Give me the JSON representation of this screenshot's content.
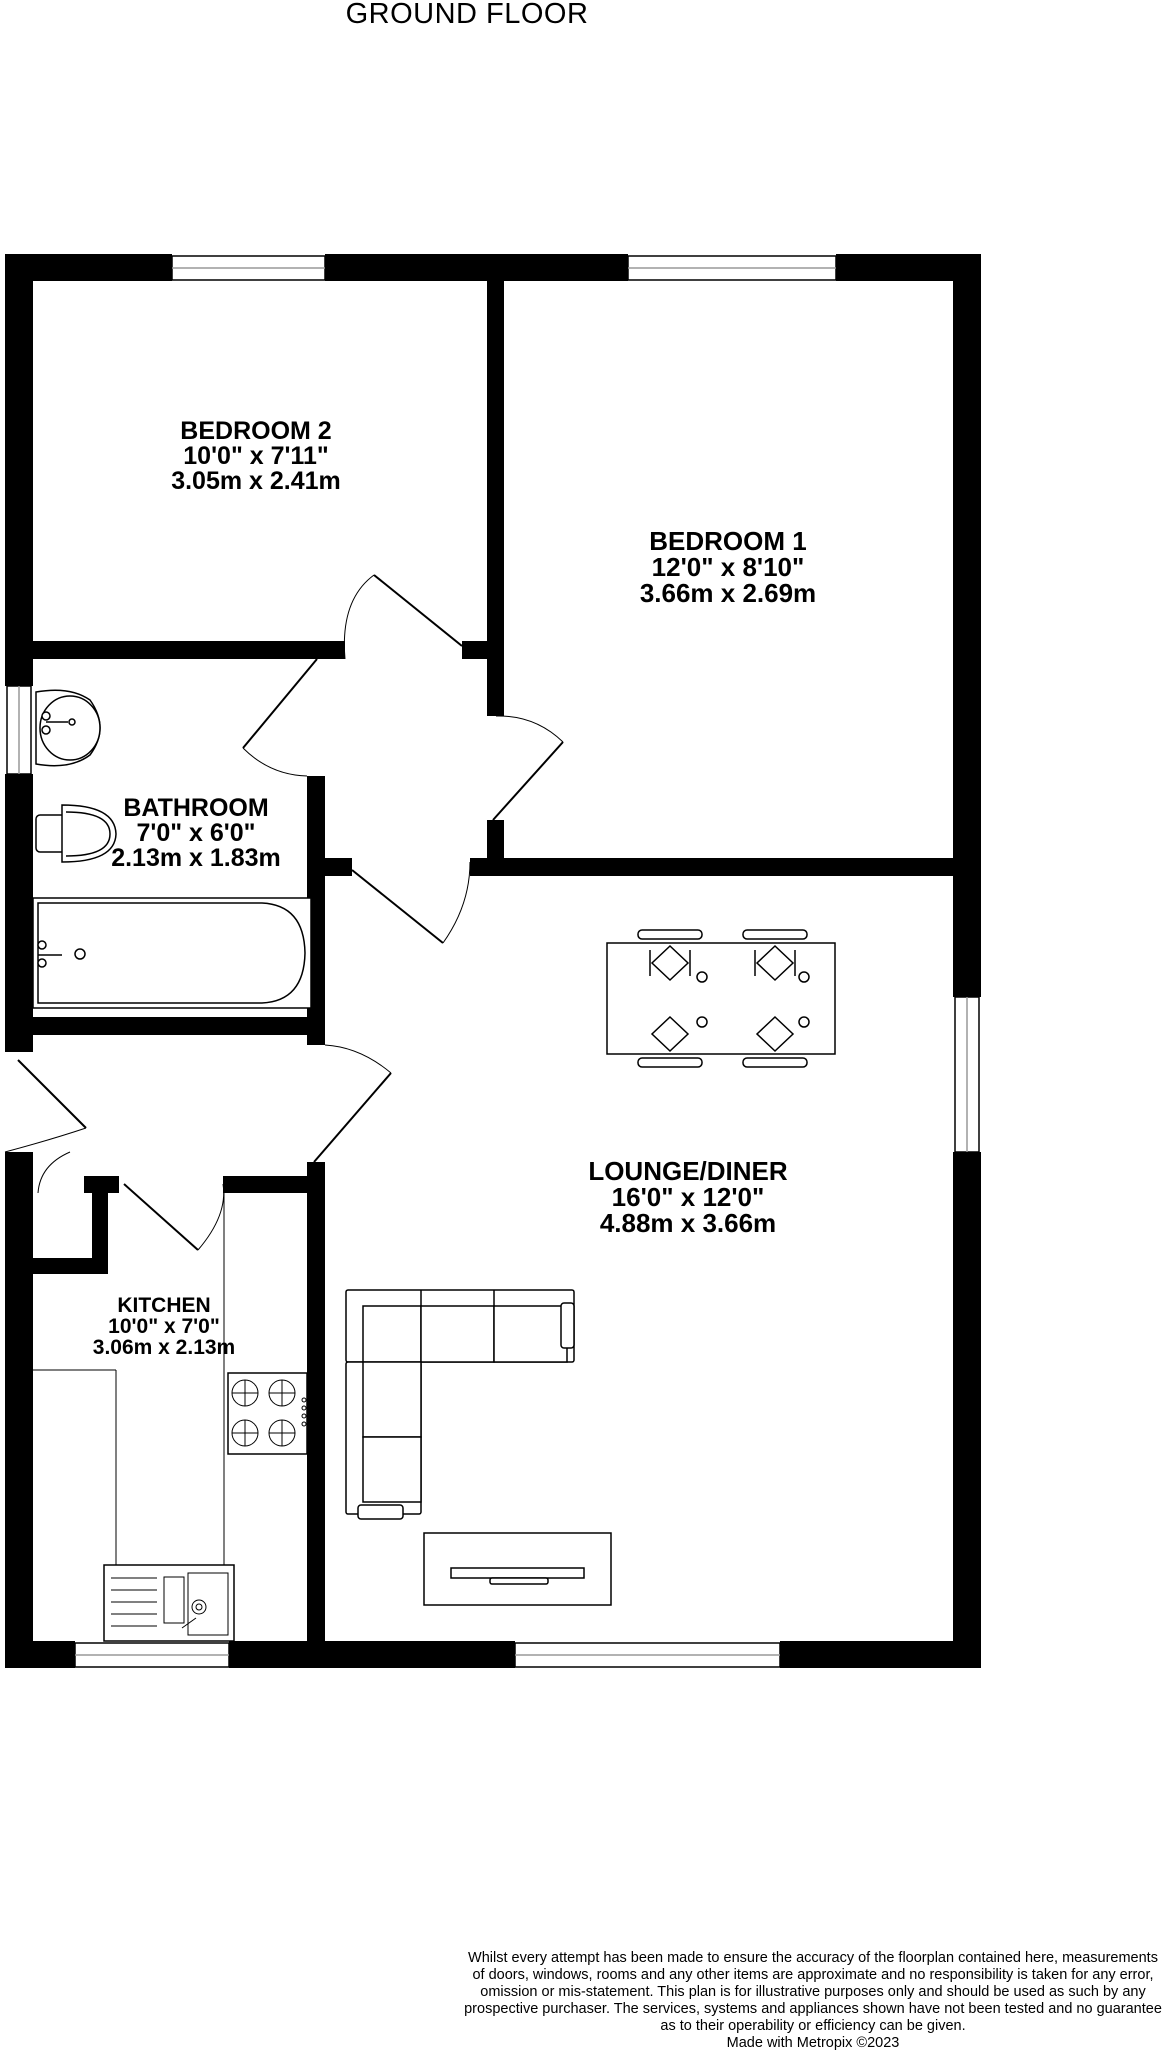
{
  "floor_title": "GROUND FLOOR",
  "rooms": {
    "bedroom2": {
      "name": "BEDROOM 2",
      "imperial": "10'0\"  x 7'11\"",
      "metric": "3.05m  x 2.41m"
    },
    "bedroom1": {
      "name": "BEDROOM 1",
      "imperial": "12'0\"  x 8'10\"",
      "metric": "3.66m  x 2.69m"
    },
    "bathroom": {
      "name": "BATHROOM",
      "imperial": "7'0\"  x 6'0\"",
      "metric": "2.13m  x 1.83m"
    },
    "lounge": {
      "name": "LOUNGE/DINER",
      "imperial": "16'0\"  x 12'0\"",
      "metric": "4.88m  x 3.66m"
    },
    "kitchen": {
      "name": "KITCHEN",
      "imperial": "10'0\"  x 7'0\"",
      "metric": "3.06m  x 2.13m"
    }
  },
  "disclaimer": {
    "line1": "Whilst every attempt has been made to ensure the accuracy of the floorplan contained here, measurements",
    "line2": "of doors, windows, rooms and any other items are approximate and no responsibility is taken for any error,",
    "line3": "omission or mis-statement. This plan is for illustrative purposes only and should be used as such by any",
    "line4": "prospective purchaser. The services, systems and appliances shown have not been tested and no guarantee",
    "line5": "as to their operability or efficiency can be given.",
    "line6": "Made with Metropix ©2023"
  },
  "colors": {
    "wall": "#000000",
    "background": "#ffffff",
    "fixture_stroke": "#000000",
    "window_gray": "#b0b0b0"
  }
}
